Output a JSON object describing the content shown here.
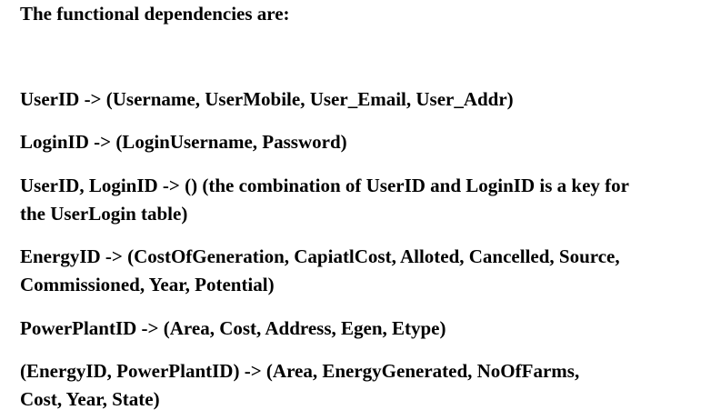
{
  "heading": "The functional dependencies are:",
  "dependencies": [
    {
      "lines": [
        "UserID -> (Username, UserMobile, User_Email, User_Addr)"
      ]
    },
    {
      "lines": [
        "LoginID -> (LoginUsername, Password)"
      ]
    },
    {
      "lines": [
        "UserID, LoginID -> () (the combination of UserID and LoginID is a key for",
        "the UserLogin table)"
      ]
    },
    {
      "lines": [
        "EnergyID -> (CostOfGeneration, CapiatlCost, Alloted, Cancelled, Source,",
        "Commissioned, Year, Potential)"
      ]
    },
    {
      "lines": [
        "PowerPlantID -> (Area, Cost, Address, Egen, Etype)"
      ]
    },
    {
      "lines": [
        "(EnergyID, PowerPlantID) -> (Area, EnergyGenerated, NoOfFarms,",
        "Cost, Year, State)"
      ]
    }
  ]
}
